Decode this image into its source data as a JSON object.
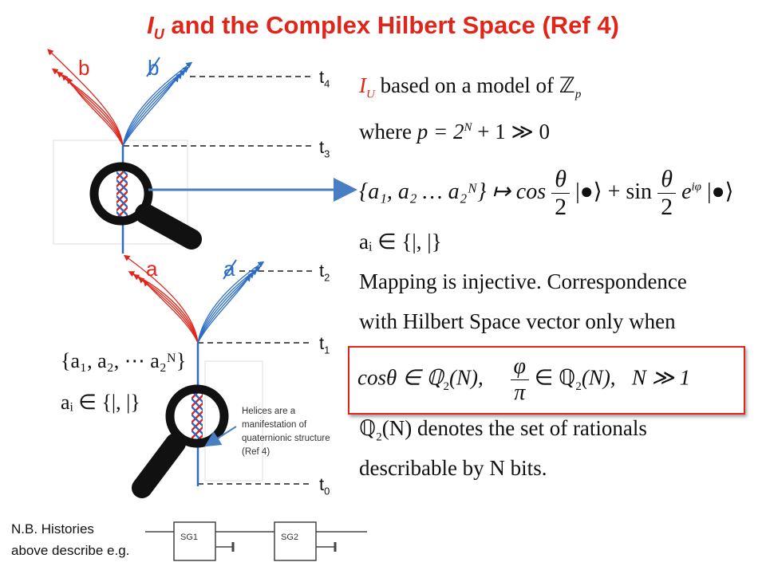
{
  "title": {
    "main": "I",
    "sub": "U",
    "rest": " and the  Complex Hilbert Space (Ref 4)"
  },
  "diagram": {
    "time_labels": [
      {
        "t": "t",
        "n": "4"
      },
      {
        "t": "t",
        "n": "3"
      },
      {
        "t": "t",
        "n": "2"
      },
      {
        "t": "t",
        "n": "1"
      },
      {
        "t": "t",
        "n": "0"
      }
    ],
    "upper_branch_labels": {
      "red": "b",
      "blue": "b"
    },
    "lower_branch_labels": {
      "red": "a",
      "blue": "a"
    },
    "left_formula_1": "{a₁, a₂, ⋯ a₂ᴺ}",
    "left_formula_2": "aᵢ ∈ {|, |}",
    "helix_note": "Helices are a manifestation of quaternionic structure (Ref 4)",
    "sg_labels": [
      "SG1",
      "SG2"
    ],
    "nb_line1": "N.B. Histories",
    "nb_line2": "above describe e.g."
  },
  "text": {
    "line1_sym": "I",
    "line1_sub": "U",
    "line1_text": " based on a model of ",
    "line1_zp": "ℤ",
    "line1_p": "p",
    "line2_pre": "where ",
    "line2_eq": "p = 2",
    "line2_sup": "N",
    "line2_post": " + 1 ≫ 0",
    "line3_set": "{a₁, a₂ … a₂ᴺ} ↦ cos",
    "line3_theta": "θ",
    "line3_two": "2",
    "line3_mid": " |●⟩ + sin",
    "line3_e": "e",
    "line3_phase": "iφ",
    "line3_end": " |●⟩",
    "line4": "aᵢ ∈ {|, |}",
    "line5": "Mapping is injective. Correspondence",
    "line6": "with Hilbert Space vector only when",
    "box_cos": "cosθ ∈ ℚ",
    "box_n1": "(N),",
    "box_phi": "φ",
    "box_pi": "π",
    "box_in": "∈ ℚ",
    "box_n2": "(N),",
    "box_cond": "N ≫ 1",
    "box_sub": "2",
    "line7_q": "ℚ",
    "line7_sub": "2",
    "line7_rest": "(N) denotes the set of rationals",
    "line8": "describable by N bits."
  },
  "colors": {
    "red": "#e0261b",
    "blue": "#2b6cc4",
    "arrow": "#4a7ec2"
  }
}
